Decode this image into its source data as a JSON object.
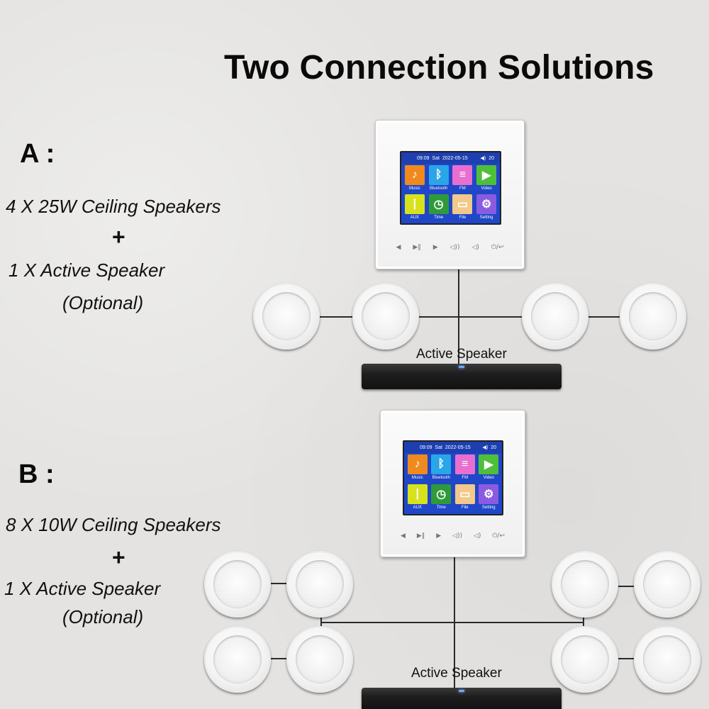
{
  "title": "Two Connection Solutions",
  "option_a": {
    "label": "A :",
    "line1": "4 X 25W Ceiling Speakers",
    "plus": "+",
    "line2": "1 X Active Speaker",
    "line3": "(Optional)",
    "speaker_label": "Active Speaker"
  },
  "option_b": {
    "label": "B :",
    "line1": "8 X 10W Ceiling Speakers",
    "plus": "+",
    "line2": "1 X Active Speaker",
    "line3": "(Optional)",
    "speaker_label": "Active Speaker"
  },
  "panel_screen": {
    "time": "09:09",
    "day": "Sat",
    "date": "2022-05-15",
    "volume": "20",
    "apps": [
      {
        "label": "Music",
        "icon": "music-note-icon",
        "color": "#f08a1d",
        "glyph": "♪"
      },
      {
        "label": "Bluetooth",
        "icon": "bluetooth-icon",
        "color": "#2aa6e8",
        "glyph": "ᛒ"
      },
      {
        "label": "FM",
        "icon": "radio-icon",
        "color": "#e86fd0",
        "glyph": "≡"
      },
      {
        "label": "Video",
        "icon": "video-icon",
        "color": "#4fbf3a",
        "glyph": "▶"
      },
      {
        "label": "AUX",
        "icon": "aux-cable-icon",
        "color": "#d8e21c",
        "glyph": "|"
      },
      {
        "label": "Time",
        "icon": "clock-icon",
        "color": "#2f9a3a",
        "glyph": "◷"
      },
      {
        "label": "File",
        "icon": "folder-icon",
        "color": "#f2c98a",
        "glyph": "▭"
      },
      {
        "label": "Setting",
        "icon": "gear-icon",
        "color": "#8a5be0",
        "glyph": "⚙"
      }
    ],
    "controls": [
      "◀",
      "▶‖",
      "▶",
      "◁))",
      "◁)",
      "⏻/↩"
    ]
  }
}
